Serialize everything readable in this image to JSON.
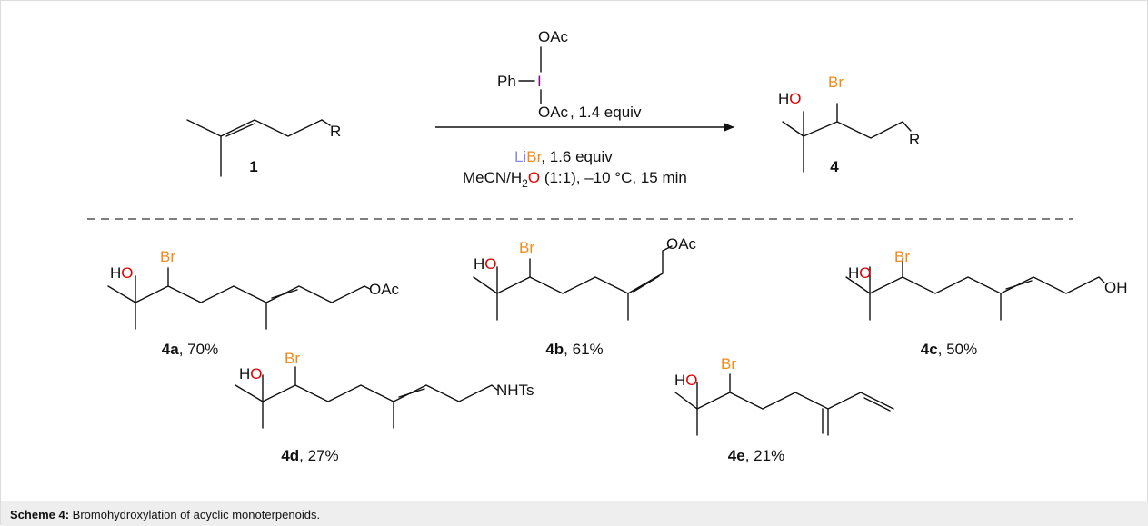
{
  "colors": {
    "oxygen": "#e00000",
    "bromine": "#f08a1c",
    "iodine": "#8a0a8a",
    "lithium": "#8a8ae8",
    "text": "#111111"
  },
  "reaction": {
    "reactant_label": "1",
    "product_label": "4",
    "reagent": {
      "oac_top": "OAc",
      "ph": "Ph",
      "iodine": "I",
      "oac_bottom": "OAc",
      "equiv": ", 1.4 equiv"
    },
    "libr": {
      "li": "Li",
      "br": "Br",
      "equiv": ",  1.6 equiv"
    },
    "conditions": {
      "mecn": "MeCN/H",
      "sub2": "2",
      "oxygen": "O",
      "rest": " (1:1), –10 °C, 15 min"
    }
  },
  "atoms": {
    "R": "R",
    "HO_H": "H",
    "HO_O": "O",
    "Br": "Br",
    "OAc": "OAc",
    "OH": "OH",
    "NHTs": "NHTs"
  },
  "products": [
    {
      "id": "4a",
      "yield": ", 70%"
    },
    {
      "id": "4b",
      "yield": ", 61%"
    },
    {
      "id": "4c",
      "yield": ", 50%"
    },
    {
      "id": "4d",
      "yield": ", 27%"
    },
    {
      "id": "4e",
      "yield": ", 21%"
    }
  ],
  "caption": {
    "label": "Scheme 4:",
    "text": " Bromohydroxylation of acyclic monoterpenoids."
  }
}
